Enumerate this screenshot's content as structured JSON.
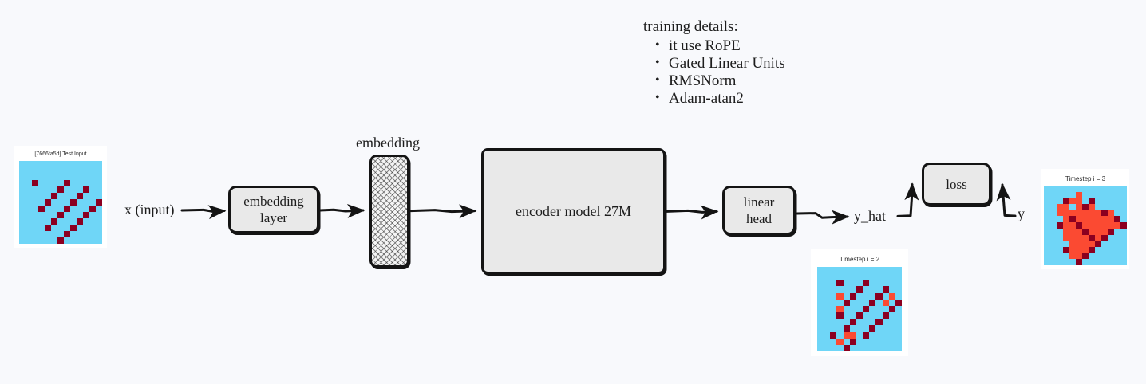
{
  "background_color": "#f8f9fc",
  "training_details": {
    "title": "training details:",
    "items": [
      "it use RoPE",
      "Gated Linear Units",
      "RMSNorm",
      "Adam-atan2"
    ]
  },
  "pipeline": {
    "input_label": "x (input)",
    "embedding_layer_label": "embedding\nlayer",
    "embedding_tensor_label": "embedding",
    "encoder_label": "encoder model 27M",
    "linear_head_label": "linear\nhead",
    "y_hat_label": "y_hat",
    "loss_label": "loss",
    "y_label": "y"
  },
  "colors": {
    "node_fill": "#e9e9e9",
    "node_stroke": "#141414",
    "text": "#1d1d1d",
    "grid_background": "#6fd6f7",
    "grid_dark_red": "#8b0020",
    "grid_bright_red": "#fb4a32"
  },
  "grid_cards": [
    {
      "name": "test-input",
      "title": "[7666fa5d] Test Input",
      "cols": 13,
      "rows": 13,
      "palette": {
        "0": "#6fd6f7",
        "1": "#8b0020",
        "2": "#fb4a32"
      },
      "cells": [
        [
          0,
          0,
          0,
          0,
          0,
          0,
          0,
          0,
          0,
          0,
          0,
          0,
          0
        ],
        [
          0,
          0,
          0,
          0,
          0,
          0,
          0,
          0,
          0,
          0,
          0,
          0,
          0
        ],
        [
          0,
          0,
          0,
          0,
          0,
          0,
          0,
          0,
          0,
          0,
          0,
          0,
          0
        ],
        [
          0,
          0,
          1,
          0,
          0,
          0,
          0,
          1,
          0,
          0,
          0,
          0,
          0
        ],
        [
          0,
          0,
          0,
          0,
          0,
          0,
          1,
          0,
          0,
          0,
          1,
          0,
          0
        ],
        [
          0,
          0,
          0,
          0,
          0,
          1,
          0,
          0,
          0,
          1,
          0,
          0,
          0
        ],
        [
          0,
          0,
          0,
          0,
          1,
          0,
          0,
          0,
          1,
          0,
          0,
          0,
          1
        ],
        [
          0,
          0,
          0,
          1,
          0,
          0,
          0,
          1,
          0,
          0,
          0,
          1,
          0
        ],
        [
          0,
          0,
          0,
          0,
          0,
          0,
          1,
          0,
          0,
          0,
          1,
          0,
          0
        ],
        [
          0,
          0,
          0,
          0,
          0,
          1,
          0,
          0,
          0,
          1,
          0,
          0,
          0
        ],
        [
          0,
          0,
          0,
          0,
          1,
          0,
          0,
          0,
          1,
          0,
          0,
          0,
          0
        ],
        [
          0,
          0,
          0,
          0,
          0,
          0,
          0,
          1,
          0,
          0,
          0,
          0,
          0
        ],
        [
          0,
          0,
          0,
          0,
          0,
          0,
          1,
          0,
          0,
          0,
          0,
          0,
          0
        ]
      ]
    },
    {
      "name": "timestep-2",
      "title": "Timestep i = 2",
      "cols": 13,
      "rows": 13,
      "palette": {
        "0": "#6fd6f7",
        "1": "#8b0020",
        "2": "#fb4a32"
      },
      "cells": [
        [
          0,
          0,
          0,
          0,
          0,
          0,
          0,
          0,
          0,
          0,
          0,
          0,
          0
        ],
        [
          0,
          0,
          0,
          0,
          0,
          0,
          0,
          0,
          0,
          0,
          0,
          0,
          0
        ],
        [
          0,
          0,
          0,
          1,
          0,
          0,
          0,
          1,
          0,
          0,
          0,
          0,
          0
        ],
        [
          0,
          0,
          0,
          0,
          0,
          0,
          1,
          0,
          0,
          0,
          1,
          0,
          0
        ],
        [
          0,
          0,
          0,
          2,
          0,
          1,
          0,
          0,
          0,
          1,
          0,
          2,
          0
        ],
        [
          0,
          0,
          0,
          0,
          1,
          0,
          0,
          0,
          1,
          0,
          2,
          0,
          1
        ],
        [
          0,
          0,
          0,
          2,
          0,
          0,
          0,
          1,
          0,
          0,
          0,
          1,
          0
        ],
        [
          0,
          0,
          0,
          1,
          0,
          0,
          1,
          0,
          0,
          0,
          1,
          0,
          0
        ],
        [
          0,
          0,
          0,
          0,
          0,
          1,
          0,
          0,
          0,
          1,
          0,
          0,
          0
        ],
        [
          0,
          0,
          0,
          0,
          1,
          0,
          0,
          0,
          1,
          0,
          0,
          0,
          0
        ],
        [
          0,
          0,
          1,
          0,
          2,
          2,
          0,
          1,
          0,
          0,
          0,
          0,
          0
        ],
        [
          0,
          0,
          0,
          2,
          0,
          1,
          0,
          0,
          0,
          0,
          0,
          0,
          0
        ],
        [
          0,
          0,
          0,
          0,
          1,
          0,
          0,
          0,
          0,
          0,
          0,
          0,
          0
        ]
      ]
    },
    {
      "name": "timestep-3",
      "title": "Timestep i = 3",
      "cols": 13,
      "rows": 13,
      "palette": {
        "0": "#6fd6f7",
        "1": "#8b0020",
        "2": "#fb4a32"
      },
      "cells": [
        [
          0,
          0,
          0,
          0,
          0,
          0,
          0,
          0,
          0,
          0,
          0,
          0,
          0
        ],
        [
          0,
          0,
          0,
          0,
          0,
          2,
          0,
          0,
          0,
          0,
          0,
          0,
          0
        ],
        [
          0,
          0,
          0,
          1,
          2,
          2,
          0,
          1,
          0,
          0,
          0,
          0,
          0
        ],
        [
          0,
          0,
          2,
          2,
          0,
          2,
          1,
          2,
          0,
          0,
          0,
          0,
          0
        ],
        [
          0,
          0,
          2,
          2,
          2,
          2,
          2,
          2,
          2,
          1,
          2,
          0,
          0
        ],
        [
          0,
          0,
          0,
          2,
          1,
          2,
          2,
          2,
          2,
          2,
          2,
          1,
          0
        ],
        [
          0,
          0,
          1,
          2,
          2,
          1,
          2,
          2,
          2,
          2,
          2,
          2,
          1
        ],
        [
          0,
          0,
          0,
          2,
          2,
          2,
          1,
          2,
          2,
          2,
          1,
          0,
          0
        ],
        [
          0,
          0,
          0,
          2,
          2,
          2,
          2,
          1,
          2,
          1,
          0,
          0,
          0
        ],
        [
          0,
          0,
          0,
          0,
          2,
          2,
          2,
          2,
          1,
          0,
          0,
          0,
          0
        ],
        [
          0,
          0,
          0,
          1,
          2,
          2,
          2,
          1,
          0,
          0,
          0,
          0,
          0
        ],
        [
          0,
          0,
          0,
          0,
          2,
          2,
          1,
          0,
          0,
          0,
          0,
          0,
          0
        ],
        [
          0,
          0,
          0,
          0,
          0,
          1,
          0,
          0,
          0,
          0,
          0,
          0,
          0
        ]
      ]
    }
  ]
}
